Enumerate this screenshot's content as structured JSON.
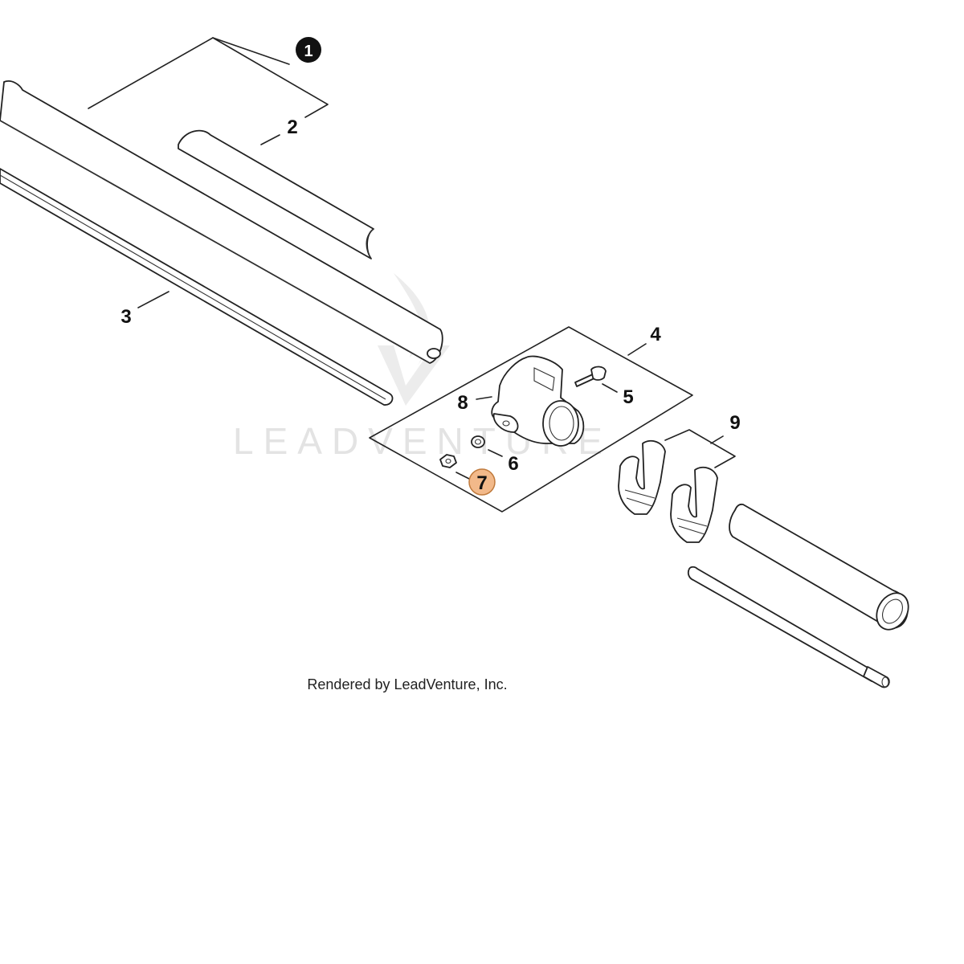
{
  "callouts": [
    {
      "id": "1",
      "label": "1",
      "style": "filled-black"
    },
    {
      "id": "2",
      "label": "2",
      "style": "plain"
    },
    {
      "id": "3",
      "label": "3",
      "style": "plain"
    },
    {
      "id": "4",
      "label": "4",
      "style": "plain"
    },
    {
      "id": "5",
      "label": "5",
      "style": "plain"
    },
    {
      "id": "6",
      "label": "6",
      "style": "plain"
    },
    {
      "id": "7",
      "label": "7",
      "style": "highlighted"
    },
    {
      "id": "8",
      "label": "8",
      "style": "plain"
    },
    {
      "id": "9",
      "label": "9",
      "style": "plain"
    }
  ],
  "watermark": {
    "text": "LEADVENTURE",
    "icon": "leadventure-logo-icon"
  },
  "credit": "Rendered by LeadVenture, Inc.",
  "colors": {
    "highlight_fill": "#f2b98a",
    "highlight_stroke": "#c07a3c",
    "callout_black": "#111111",
    "line": "#222222",
    "watermark": "#e3e3e3"
  }
}
